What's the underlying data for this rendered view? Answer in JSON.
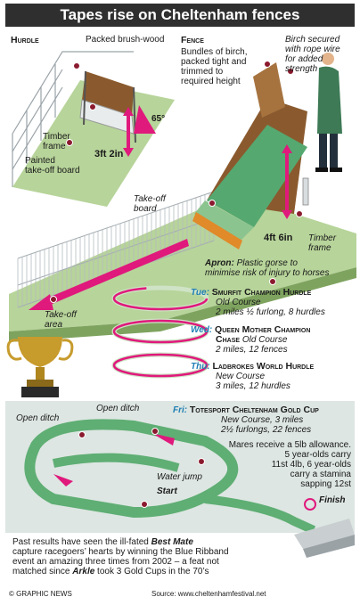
{
  "title": "Tapes rise on Cheltenham fences",
  "hurdle": {
    "heading": "Hurdle",
    "packed": "Packed brush-wood",
    "angle": "65°",
    "timber": [
      "Timber",
      "frame"
    ],
    "painted": [
      "Painted",
      "take-off board"
    ],
    "height": "3ft 2in"
  },
  "fence": {
    "heading": "Fence",
    "bundles": [
      "Bundles of birch,",
      "packed tight and",
      "trimmed to",
      "required height"
    ],
    "birch": [
      "Birch secured",
      "with rope wire",
      "for added",
      "strength"
    ],
    "takeoff_board": [
      "Take-off",
      "board"
    ],
    "height": "4ft 6in",
    "timber": [
      "Timber",
      "frame"
    ],
    "apron_label": "Apron:",
    "apron_text": [
      "Plastic gorse to",
      "minimise risk of injury to horses"
    ],
    "takeoff_area": [
      "Take-off",
      "area"
    ]
  },
  "races": [
    {
      "day": "Tue:",
      "name": "Smurfit Champion Hurdle",
      "lines": [
        "Old Course",
        "2 miles ½ furlong, 8 hurdles"
      ]
    },
    {
      "day": "Wed:",
      "name": "Queen Mother Champion",
      "name2": "Chase",
      "lines": [
        "Old Course",
        "2 miles, 12 fences"
      ]
    },
    {
      "day": "Thu:",
      "name": "Ladbrokes World Hurdle",
      "lines": [
        "New Course",
        "3 miles, 12 hurdles"
      ]
    },
    {
      "day": "Fri:",
      "name": "Totesport Cheltenham Gold Cup",
      "lines": [
        "New Course, 3 miles",
        "2½ furlongs, 22 fences"
      ]
    }
  ],
  "course": {
    "open_ditch_1": "Open ditch",
    "open_ditch_2": "Open ditch",
    "water_jump": "Water jump",
    "start": "Start",
    "finish": "Finish"
  },
  "allowances": [
    "Mares receive a 5lb allowance.",
    "5 year-olds carry",
    "11st 4lb, 6 year-olds",
    "carry a stamina",
    "sapping 12st"
  ],
  "past_results": [
    [
      "Past results have seen the ill-fated ",
      "Best Mate"
    ],
    [
      "capture racegoers’ hearts by winning the Blue Ribband"
    ],
    [
      "event an amazing three times from 2002 – a feat not"
    ],
    [
      "matched since ",
      "Arkle",
      " took 3 Gold Cups in the 70’s"
    ]
  ],
  "footer": {
    "credit": "© GRAPHIC NEWS",
    "source": "Source: www.cheltenhamfestival.net"
  },
  "colors": {
    "title_bg": "#2f2f2f",
    "grass": "#a9c98a",
    "track": "#5fae74",
    "arrow": "#e0197c",
    "day": "#1f7fb5",
    "brush": "#8a5a2e",
    "board": "#e08a2a"
  }
}
